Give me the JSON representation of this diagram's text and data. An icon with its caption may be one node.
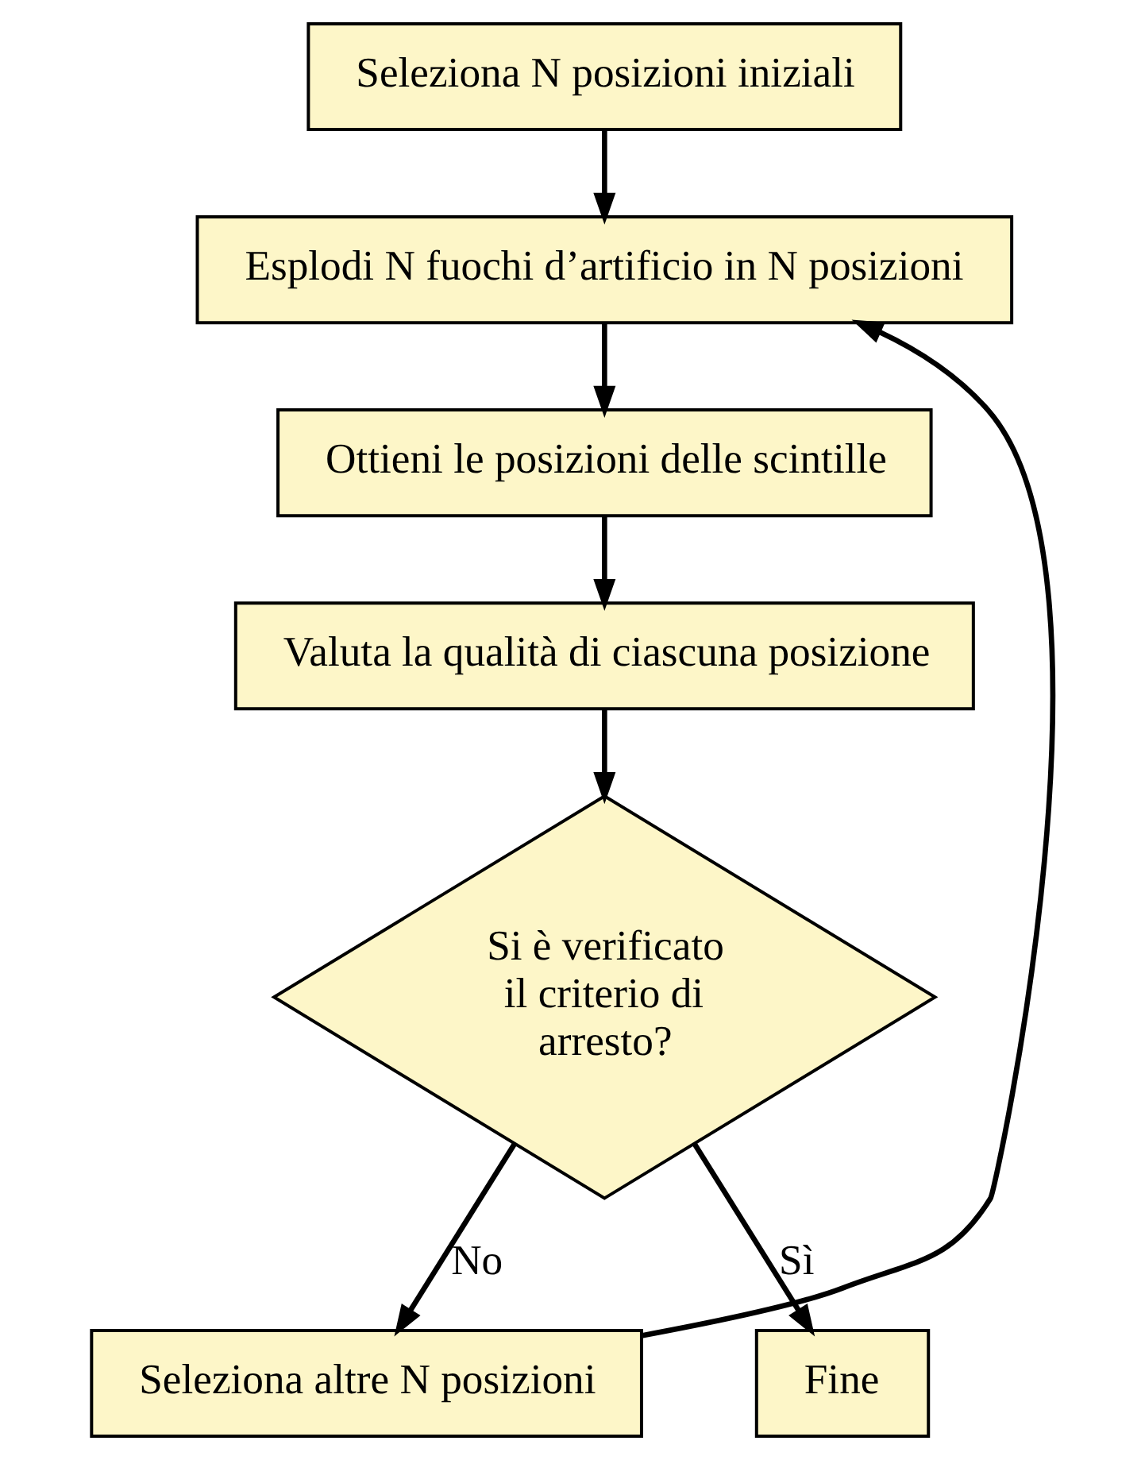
{
  "diagram": {
    "nodes": [
      {
        "text": [
          "Seleziona N posizioni iniziali"
        ]
      },
      {
        "text": [
          "Esplodi N fuochi d’artificio in N posizioni"
        ]
      },
      {
        "text": [
          "Ottieni le posizioni delle scintille"
        ]
      },
      {
        "text": [
          "Valuta la qualità di ciascuna posizione"
        ]
      },
      {
        "text": [
          "Si è verificato il criterio di arresto?"
        ]
      },
      {
        "text": [
          "Seleziona altre N posizioni"
        ]
      },
      {
        "text": [
          "Fine"
        ]
      }
    ],
    "edges": [
      {
        "from": 0,
        "to": 1,
        "arrow": "to"
      },
      {
        "from": 1,
        "to": 2,
        "arrow": "to"
      },
      {
        "from": 2,
        "to": 3,
        "arrow": "to"
      },
      {
        "from": 3,
        "to": 4,
        "arrow": "to"
      },
      {
        "from": 4,
        "to": 5,
        "arrow": "to",
        "label": "No"
      },
      {
        "from": 4,
        "to": 6,
        "arrow": "to",
        "label": "Sì"
      },
      {
        "from": 5,
        "to": 1,
        "arrow": "to"
      }
    ]
  }
}
